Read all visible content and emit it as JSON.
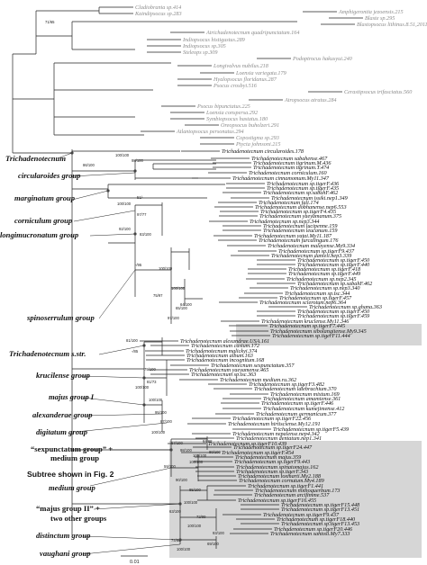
{
  "group_labels": {
    "trichadenotecnum": "Trichadenotecnum",
    "circularoides": "circularoides group",
    "marginatum": "marginatum group",
    "corniculum": "corniculum group",
    "longimucronatum": "longimucronatum group",
    "spinoserrulum": "spinoserrulum group",
    "sstr": "Trichadenotecnum s.str.",
    "krucilense": "krucilense group",
    "majus1": "majus group I",
    "alexanderae": "alexanderae group",
    "digitatum": "digitatum group",
    "sexpunctatum_a": "“sexpunctatum group” +",
    "sexpunctatum_b": "medium group",
    "subtree": "Subtree shown in Fig. 2",
    "medium": "medium group",
    "majus2_a": "“majus group II” +",
    "majus2_b": "two other groups",
    "distinctum": "distinctum group",
    "vaughani": "vaughani group"
  },
  "scale_label": "0.01",
  "outgroup_taxa": [
    "Cladiobrania sp.414",
    "Kaindipsocus sp.283",
    "Amphigerontia jezoensis.215",
    "Blaste sp.295",
    "Blastopsocus lithinus.8.51,2011.11",
    "Atrichadenotecnum quadripunctatum.164",
    "Indiopsocus histigustus.289",
    "Indiopsocus sp.305",
    "Steleops sp.309",
    "Podoptrocus hakusyui.240",
    "Longivalvus nubilus.218",
    "Loensia variegata.179",
    "Hyalopsocus floridanus.287",
    "Psocus crosbyi.516",
    "Cerastipsocus trifasciatus.560",
    "Atropsocus atratus.284",
    "Psocus bipunctatus.225",
    "Loensia conspersa.292",
    "Symbiopsocus hastatus.180",
    "Oreopsocus buholzeri.291",
    "Atlantopsocus personatus.294",
    "Copostigma sp.293",
    "Ptycta johnsoni.215"
  ],
  "ingroup_taxa": [
    "Trichadenotecnum circularoides.178",
    "Trichadenotecnum sabahense.467",
    "Trichadenotecnum tigrinum.M.436",
    "Trichadenotecnum tigrinum.T.474",
    "Trichadenotecnum corniculum.160",
    "Trichadenotecnum cinnamomum.My11.347",
    "Trichadenotecnum sp.tigerF.436",
    "Trichadenotecnum sp.tigerF.435",
    "Trichadenotecnum sp.sabahF.462",
    "Trichadenotecnum issiki.nep1.349",
    "Trichadenotecnum fali.174",
    "Trichadenotecnum dobhanense.nep6.553",
    "Trichadenotecnum sp.tigerF4.435",
    "Trichadenotecnum yaeyamanum.375",
    "Trichadenotecnum sp.nep3.344",
    "Trichadenotecnum lucipenne.159",
    "Trichadenotecnum leucanum.159",
    "Trichadenotecnum yatai.My11.187",
    "Trichadenotecnum furcalingum.176",
    "Trichadenotecnum malayense.My9.334",
    "Trichadenotecnum sp.tigerF9.437",
    "Trichadenotecnum danieli.nep3.339",
    "Trichadenotecnum sp.tigerF.450",
    "Trichadenotecnum sp.tigerF.440",
    "Trichadenotecnum sp.tigerF.418",
    "Trichadenotecnum sp.tigerF.449",
    "Trichadenotecnum sp.nep2.345",
    "Trichadenotecnum sp.sabahF.462",
    "Trichadenotecnum sp.nep3.340",
    "Trichadenotecnum sp.tsc.344",
    "Trichadenotecnum sp.tigerF.457",
    "Trichadenotecnum sclerotum.nep6.364",
    "Trichadenotecnum sp.ghana.363",
    "Trichadenotecnum sp.tigerF.450",
    "Trichadenotecnum sp.tigerF.459",
    "Trichadenotecnum kruclense.My11.346",
    "Trichadenotecnum sp.tigerF7.445",
    "Trichadenotecnum sibolangitense.My9.345",
    "Trichadenotecnum sp.tigerF11.444",
    "Trichadenotecnum alexandrae.USA.161",
    "Trichadenotecnum castum.172",
    "Trichadenotecnum malickyi.374",
    "Trichadenotecnum album.163",
    "Trichadenotecnum incognitum.168",
    "Trichadenotecnum sexpunctatum.357",
    "Trichadenotecnum yaeyamense.465",
    "Trichadenotecnum sp.tsc.363",
    "Trichadenotecnum medium.ru.362",
    "Trichadenotecnum sp.tigerF3.482",
    "Trichadenotecnum latebrachium.370",
    "Trichadenotecnum mixtum.169",
    "Trichadenotecnum amamiense.361",
    "Trichadenotecnum sp.tigerF.446",
    "Trichadenotecnum kumejimense.412",
    "Trichadenotecnum germanicum.377",
    "Trichadenotecnum sp.tigerF22.456",
    "Trichadenotecnum hirtisciense.My12.191",
    "Trichadenotecnum sp.tigerF5.439",
    "Trichadenotecnum nepalense.nep4.342",
    "Trichadenotecnum dentatum.nep1.341",
    "Trichadenotecnum sp.tigerF10.439",
    "Trichadenotecnum sp.tigerF24.447",
    "Trichadenotecnum sp.tigerF.454",
    "Trichadenotecnum majus.359",
    "Trichadenotecnum sp.tigerF9.443",
    "Trichadenotecnum spinatomajus.162",
    "Trichadenotecnum sp.tigerF.343",
    "Trichadenotecnum toxmarti.My2.188",
    "Trichadenotecnum cornutum.My4.189",
    "Trichadenotecnum sp.tigerF1.441",
    "Trichadenotecnum nothoquerbum.173",
    "Trichadenotecnum arcifimme.537",
    "Trichadenotecnum sp.tigerF16.455",
    "Trichadenotecnum sp.tigerF15.448",
    "Trichadenotecnum sp.tigerF13.451",
    "Trichadenotecnum sp.tigerF9.437",
    "Trichadenotecnum sp.tigerF18.440",
    "Trichadenotecnum sp.tigerF13.453",
    "Trichadenotecnum sp.tigerF20.446",
    "Trichadenotecnum santosi.My7.333"
  ],
  "support_values": [
    "71/65",
    "98/100",
    "86/100",
    "100/100",
    "51/-",
    "100/100",
    "97/77",
    "92/100",
    "83/100",
    "-/95",
    "100/100",
    "100/100",
    "64/100",
    "75/97",
    "65/100",
    "97/100",
    "81/100",
    "-/85",
    "79/100",
    "100/100",
    "81/73",
    "100/100",
    "95/100",
    "87/100",
    "100/100",
    "67/100",
    "98/100",
    "100/100",
    "59/100",
    "90/100",
    "85/100",
    "100/100",
    "64/68",
    "80/100",
    "100/100",
    "63/100",
    "72/99",
    "100/100",
    "93/100",
    "74/85",
    "100/100",
    "69/100"
  ],
  "colors": {
    "highlight_box": "#d6d6d6",
    "outgroup_text": "#8a8a8a",
    "lines": "#222222"
  }
}
